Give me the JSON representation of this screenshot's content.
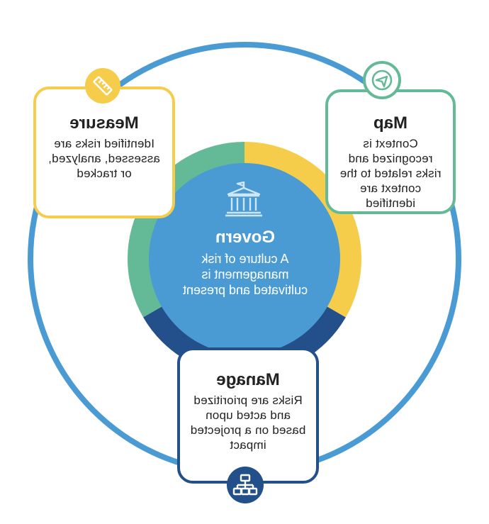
{
  "diagram": {
    "center": {
      "title": "Govern",
      "description": "A culture of risk management is cultivated and present",
      "icon": "government-building-icon"
    },
    "nodes": [
      {
        "key": "map",
        "title": "Map",
        "description": "Context is recognized and risks related to the context are identified",
        "icon": "compass-arrow-icon",
        "color": "#64b997"
      },
      {
        "key": "measure",
        "title": "Measure",
        "description": "Identified risks are assessed, analyzed, or tracked",
        "icon": "ruler-icon",
        "color": "#f6cd4b"
      },
      {
        "key": "manage",
        "title": "Manage",
        "description": "Risks are prioritized and acted upon based on a projected impact",
        "icon": "hierarchy-chart-icon",
        "color": "#23508a"
      }
    ],
    "colors": {
      "outer_ring": "#4a9bd4",
      "center_fill": "#4a9bd4",
      "govern_ring_bottom": "#23508a"
    }
  }
}
